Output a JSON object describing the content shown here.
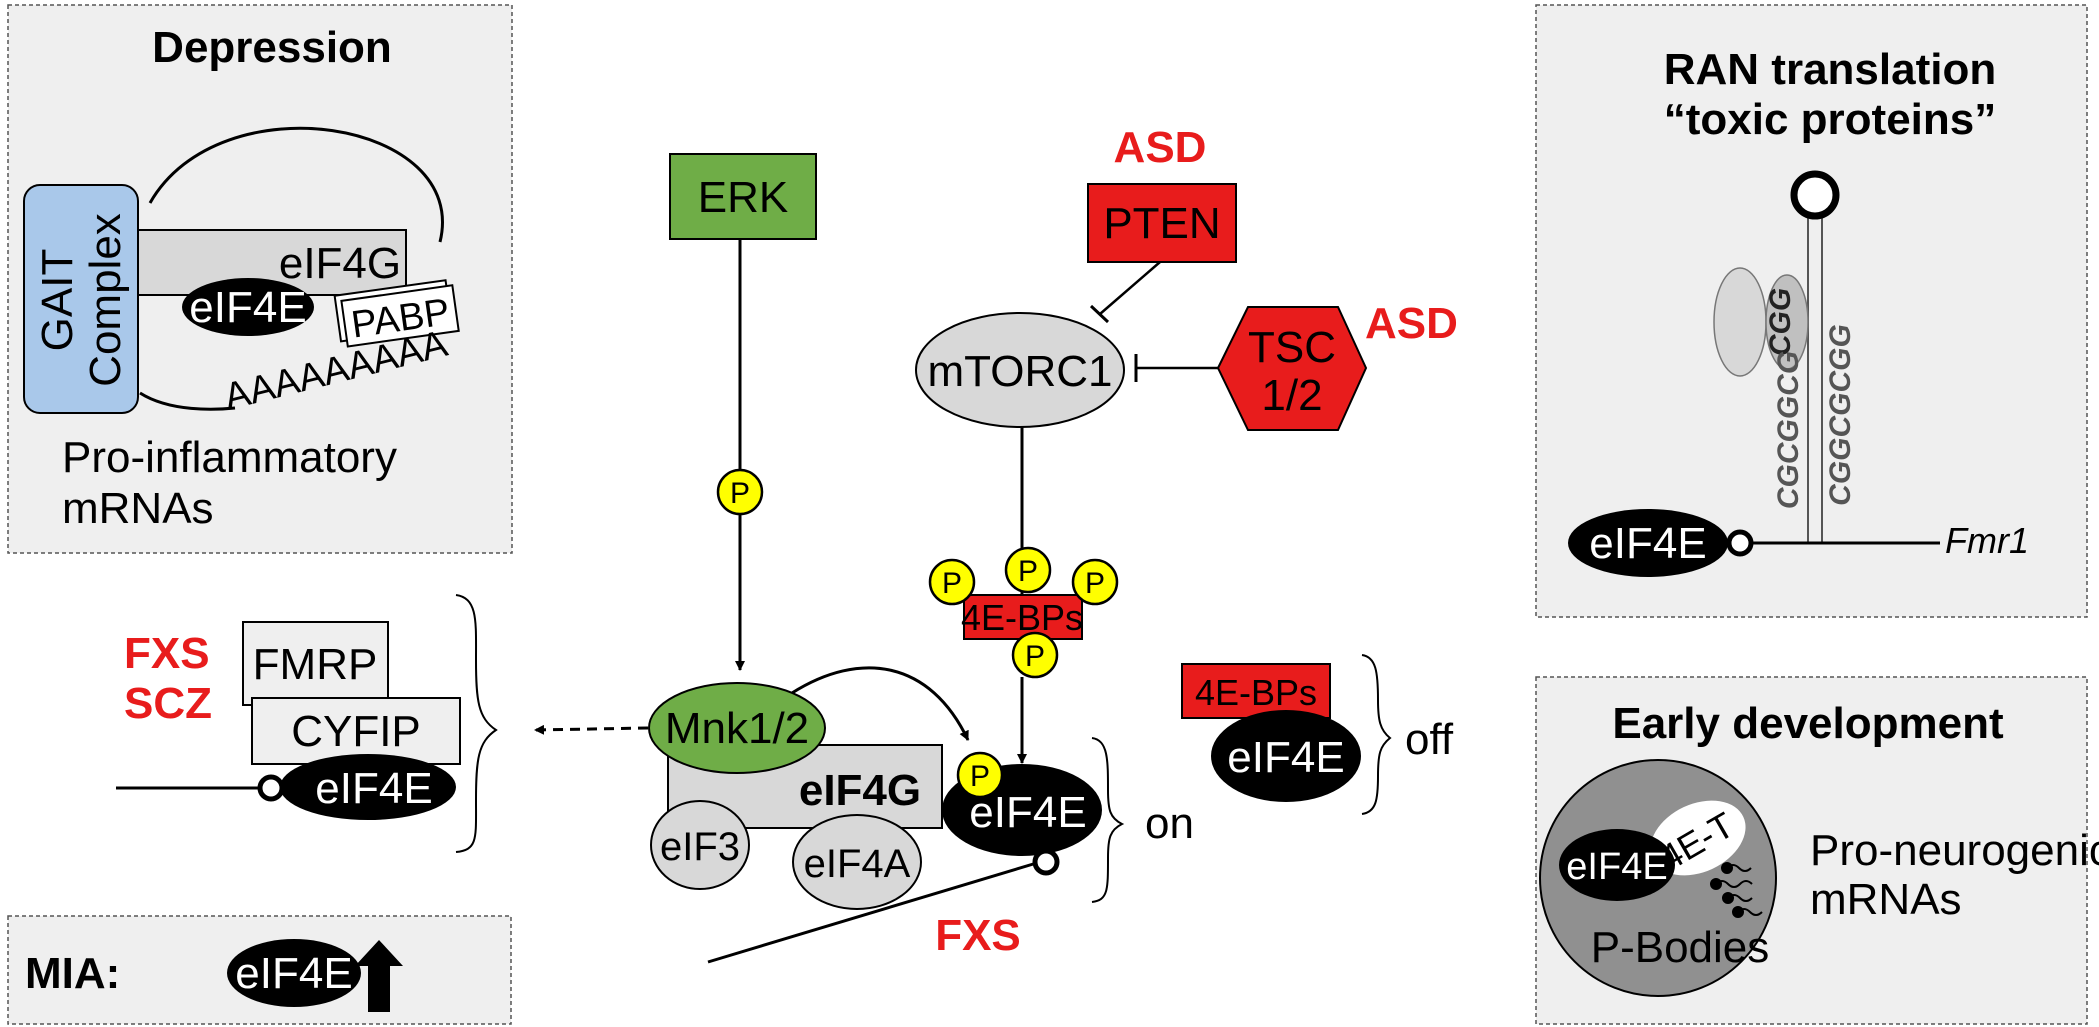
{
  "panels": {
    "depression": {
      "title": "Depression",
      "gait": "GAIT",
      "complex": "Complex",
      "eif4g": "eIF4G",
      "eif4e": "eIF4E",
      "pabp": "PABP",
      "polya": "AAAAAAAAA",
      "mrna_line1": "Pro-inflammatory",
      "mrna_line2": "mRNAs"
    },
    "ran": {
      "title_line1": "RAN translation",
      "title_line2": "“toxic proteins”",
      "cgg": "CGG",
      "repeat_left": "CGCGGCG",
      "repeat_right": "CGGCGCGG",
      "eif4e": "eIF4E",
      "gene": "Fmr1"
    },
    "early": {
      "title": "Early development",
      "eif4e": "eIF4E",
      "t4e": "4E-T",
      "pbodies": "P-Bodies",
      "mrna_line1": "Pro-neurogenic",
      "mrna_line2": "mRNAs"
    },
    "mia": {
      "label": "MIA:",
      "eif4e": "eIF4E",
      "arrow_icon": "up-arrow-icon"
    },
    "fxs_complex": {
      "fxs": "FXS",
      "scz": "SCZ",
      "fmrp": "FMRP",
      "cyfip": "CYFIP",
      "eif4e": "eIF4E"
    },
    "pathway": {
      "erk": "ERK",
      "asd_top": "ASD",
      "pten": "PTEN",
      "mtorc1": "mTORC1",
      "tsc_line1": "TSC",
      "tsc_line2": "1/2",
      "asd_right": "ASD",
      "p": "P",
      "four_ebps": "4E-BPs",
      "mnk": "Mnk1/2",
      "eif4g": "eIF4G",
      "eif4e": "eIF4E",
      "eif3": "eIF3",
      "eif4a": "eIF4A",
      "on": "on",
      "fxs": "FXS",
      "off_four_ebps": "4E-BPs",
      "off_eif4e": "eIF4E",
      "off": "off"
    }
  },
  "colors": {
    "panel_bg": "#efefef",
    "erk_green": "#6fad47",
    "red": "#e81c1c",
    "gait_blue": "#a9c8ea",
    "phospho_yellow": "#ffff00",
    "protein_gray": "#d8d8d8",
    "eif4e_black": "#000000"
  }
}
